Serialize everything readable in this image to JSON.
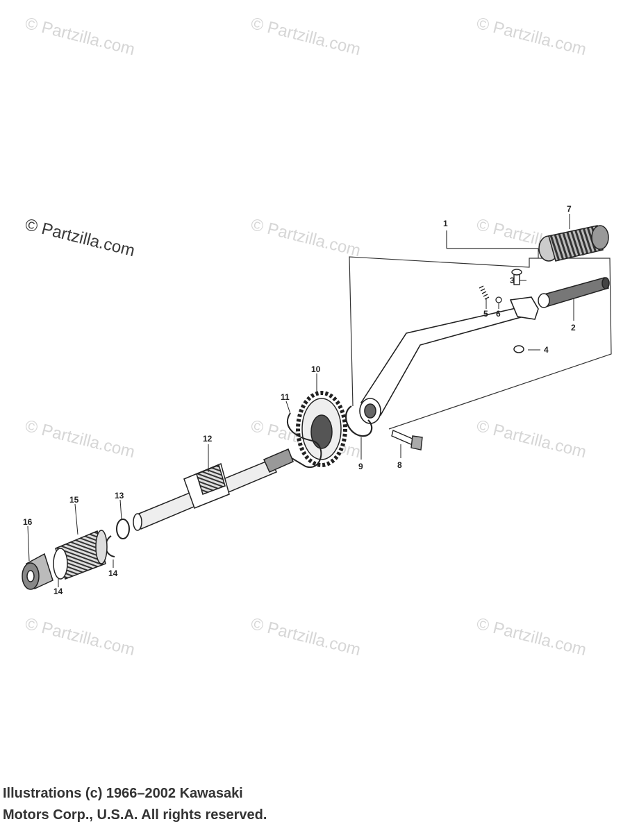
{
  "watermark": "© Partzilla.com",
  "callouts": {
    "c1": "1",
    "c2": "2",
    "c3": "3",
    "c4": "4",
    "c5": "5",
    "c6": "6",
    "c7": "7",
    "c8": "8",
    "c9": "9",
    "c10": "10",
    "c11": "11",
    "c12": "12",
    "c13": "13",
    "c14a": "14",
    "c14b": "14",
    "c15": "15",
    "c16": "16"
  },
  "copyright": {
    "line1": "Illustrations (c) 1966–2002 Kawasaki",
    "line2": "Motors Corp., U.S.A.  All rights reserved."
  }
}
